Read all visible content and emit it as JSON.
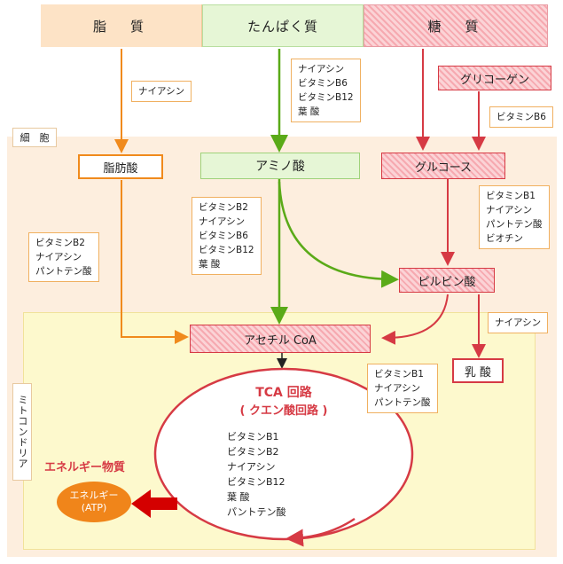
{
  "top": {
    "lipid": "脂　質",
    "protein": "たんぱく質",
    "sugar": "糖　質"
  },
  "regions": {
    "cell": "細　胞",
    "mitochondria": "ミトコンドリア"
  },
  "nodes": {
    "fatty_acid": "脂肪酸",
    "amino_acid": "アミノ酸",
    "glucose": "グルコース",
    "glycogen": "グリコーゲン",
    "pyruvate": "ピルビン酸",
    "acetyl_coa": "アセチル CoA",
    "lactate": "乳 酸"
  },
  "tca": {
    "title": "TCA 回路",
    "subtitle": "( クエン酸回路 )",
    "vitamins": "ビタミンB1\nビタミンB2\nナイアシン\nビタミンB12\n葉 酸\nパントテン酸"
  },
  "energy": {
    "label": "エネルギー物質",
    "line1": "エネルギー",
    "line2": "(ATP)"
  },
  "callouts": {
    "lipid_to_fatty": "ナイアシン",
    "protein_to_amino": "ナイアシン\nビタミンB6\nビタミンB12\n葉 酸",
    "glycogen_to_glucose": "ビタミンB6",
    "fatty_to_acetyl": "ビタミンB2\nナイアシン\nパントテン酸",
    "amino_to_pyruvate": "ビタミンB2\nナイアシン\nビタミンB6\nビタミンB12\n葉 酸",
    "glucose_to_pyruvate": "ビタミンB1\nナイアシン\nパントテン酸\nビオチン",
    "pyruvate_to_lactate": "ナイアシン",
    "pyruvate_to_acetyl": "ビタミンB1\nナイアシン\nパントテン酸"
  },
  "colors": {
    "orange": "#f08a1c",
    "green": "#5aaa18",
    "red": "#d63a44",
    "cell_bg": "#fdeede",
    "mito_bg": "#fdf9cd"
  }
}
